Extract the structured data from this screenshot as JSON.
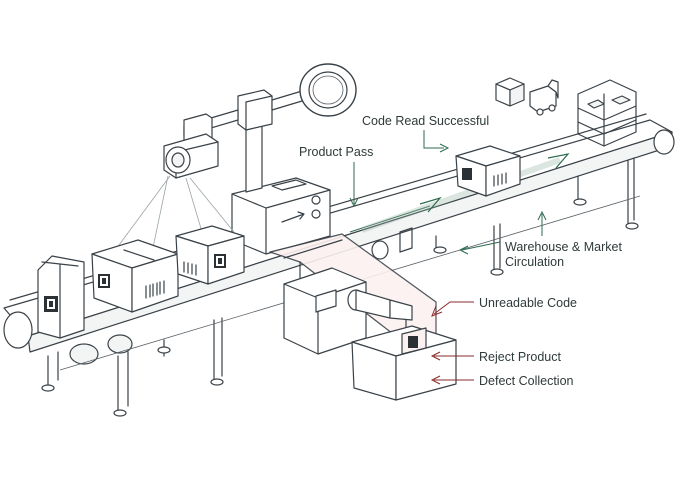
{
  "labels": {
    "code_read_successful": "Code Read Successful",
    "product_pass": "Product Pass",
    "warehouse_market": "Warehouse & Market Circulation",
    "unreadable_code": "Unreadable Code",
    "reject_product": "Reject Product",
    "defect_collection": "Defect Collection"
  },
  "colors": {
    "success": "#2f6b4f",
    "reject": "#8a2b2b",
    "line": "#3a4248"
  },
  "icons": [
    "camera-icon",
    "ring-light-icon",
    "box-icon",
    "truck-icon",
    "warehouse-rack-icon",
    "qr-code-icon",
    "barcode-icon"
  ]
}
